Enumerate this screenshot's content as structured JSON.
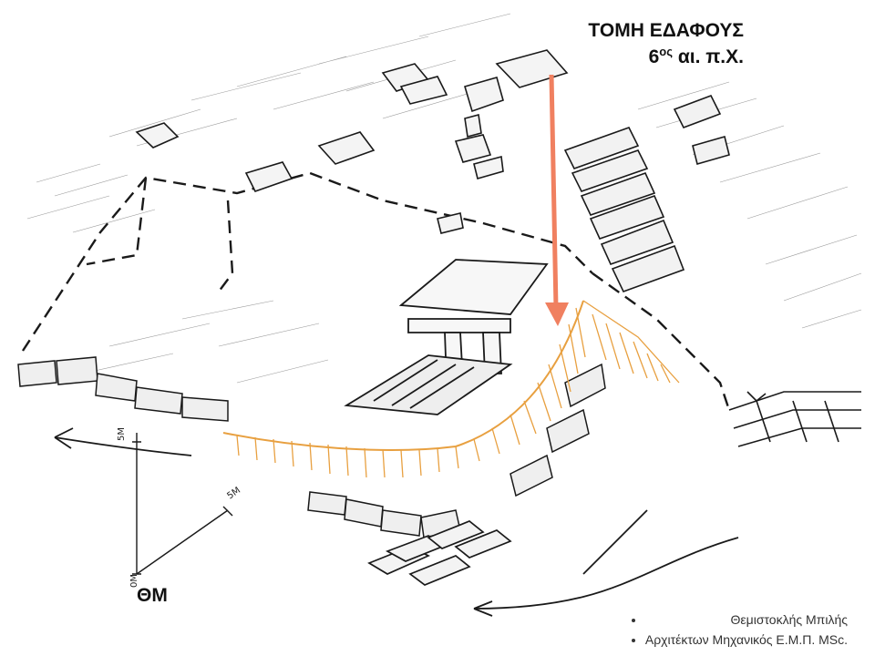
{
  "title": {
    "line1": "ΤΟΜΗ ΕΔΑΦΟΥΣ",
    "line2_main": "6",
    "line2_sup": "ος",
    "line2_rest": " αι. π.Χ."
  },
  "signature": "ΘΜ",
  "credits": [
    "Θεμιστοκλής Μπιλής",
    "Αρχιτέκτων Μηχανικός Ε.Μ.Π. MSc."
  ],
  "scale": {
    "vertical": "5M",
    "depth": "5M",
    "origin": "0M"
  },
  "colors": {
    "arrow": "#f08060",
    "hatch": "#e8a040",
    "ink": "#1a1a1a"
  }
}
